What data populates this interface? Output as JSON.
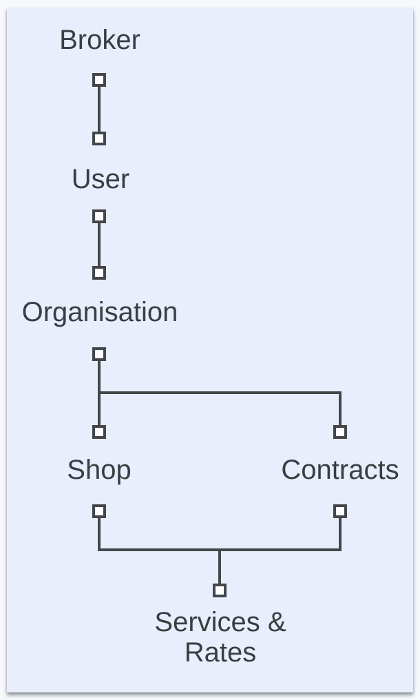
{
  "theme": {
    "page_bg": "#f6f8fc",
    "card_bg": "#e8eefc",
    "line_color": "#43474a",
    "text_color": "#3a3e41",
    "square_fill": "#ffffff"
  },
  "diagram": {
    "type": "hierarchy",
    "nodes": [
      {
        "id": "broker",
        "label": "Broker"
      },
      {
        "id": "user",
        "label": "User"
      },
      {
        "id": "organisation",
        "label": "Organisation"
      },
      {
        "id": "shop",
        "label": "Shop"
      },
      {
        "id": "contracts",
        "label": "Contracts"
      },
      {
        "id": "services-rates",
        "label": "Services & Rates",
        "lines": [
          "Services &",
          "Rates"
        ]
      }
    ],
    "edges": [
      {
        "from": "broker",
        "to": "user"
      },
      {
        "from": "user",
        "to": "organisation"
      },
      {
        "from": "organisation",
        "to": "shop"
      },
      {
        "from": "organisation",
        "to": "contracts"
      },
      {
        "from": "shop",
        "to": "services-rates"
      },
      {
        "from": "contracts",
        "to": "services-rates"
      }
    ]
  }
}
